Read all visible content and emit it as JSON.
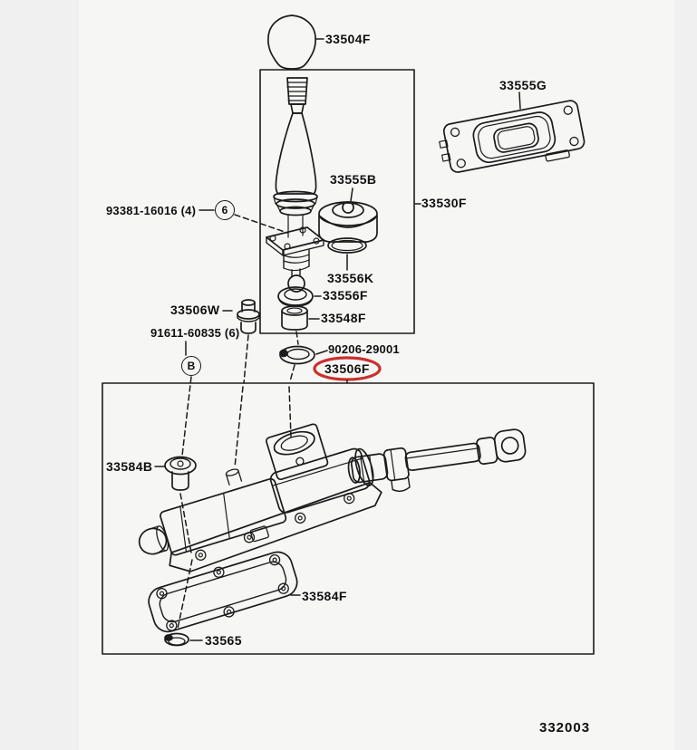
{
  "diagram": {
    "code": "332003",
    "colors": {
      "background": "#eff0ef",
      "paper": "#f6f6f5",
      "line": "#1b1b1b",
      "text": "#101010",
      "highlight": "#c9302c"
    },
    "parts": {
      "knob": {
        "label": "33504F"
      },
      "plate": {
        "label": "33555G"
      },
      "cushion": {
        "label": "33555B"
      },
      "lever_assembly": {
        "label": "33530F"
      },
      "screw": {
        "label": "93381-16016 (4)",
        "symbol": "6"
      },
      "oring": {
        "label": "33556K"
      },
      "seat": {
        "label": "33556F"
      },
      "bushing": {
        "label": "33548F"
      },
      "pin": {
        "label": "33506W"
      },
      "bolt": {
        "label": "91611-60835 (6)",
        "symbol": "B"
      },
      "washer": {
        "label": "90206-29001"
      },
      "housing_assembly": {
        "label": "33506F",
        "highlighted": true
      },
      "plug": {
        "label": "33584B"
      },
      "gasket": {
        "label": "33584F"
      },
      "cap": {
        "label": "33565"
      }
    }
  }
}
